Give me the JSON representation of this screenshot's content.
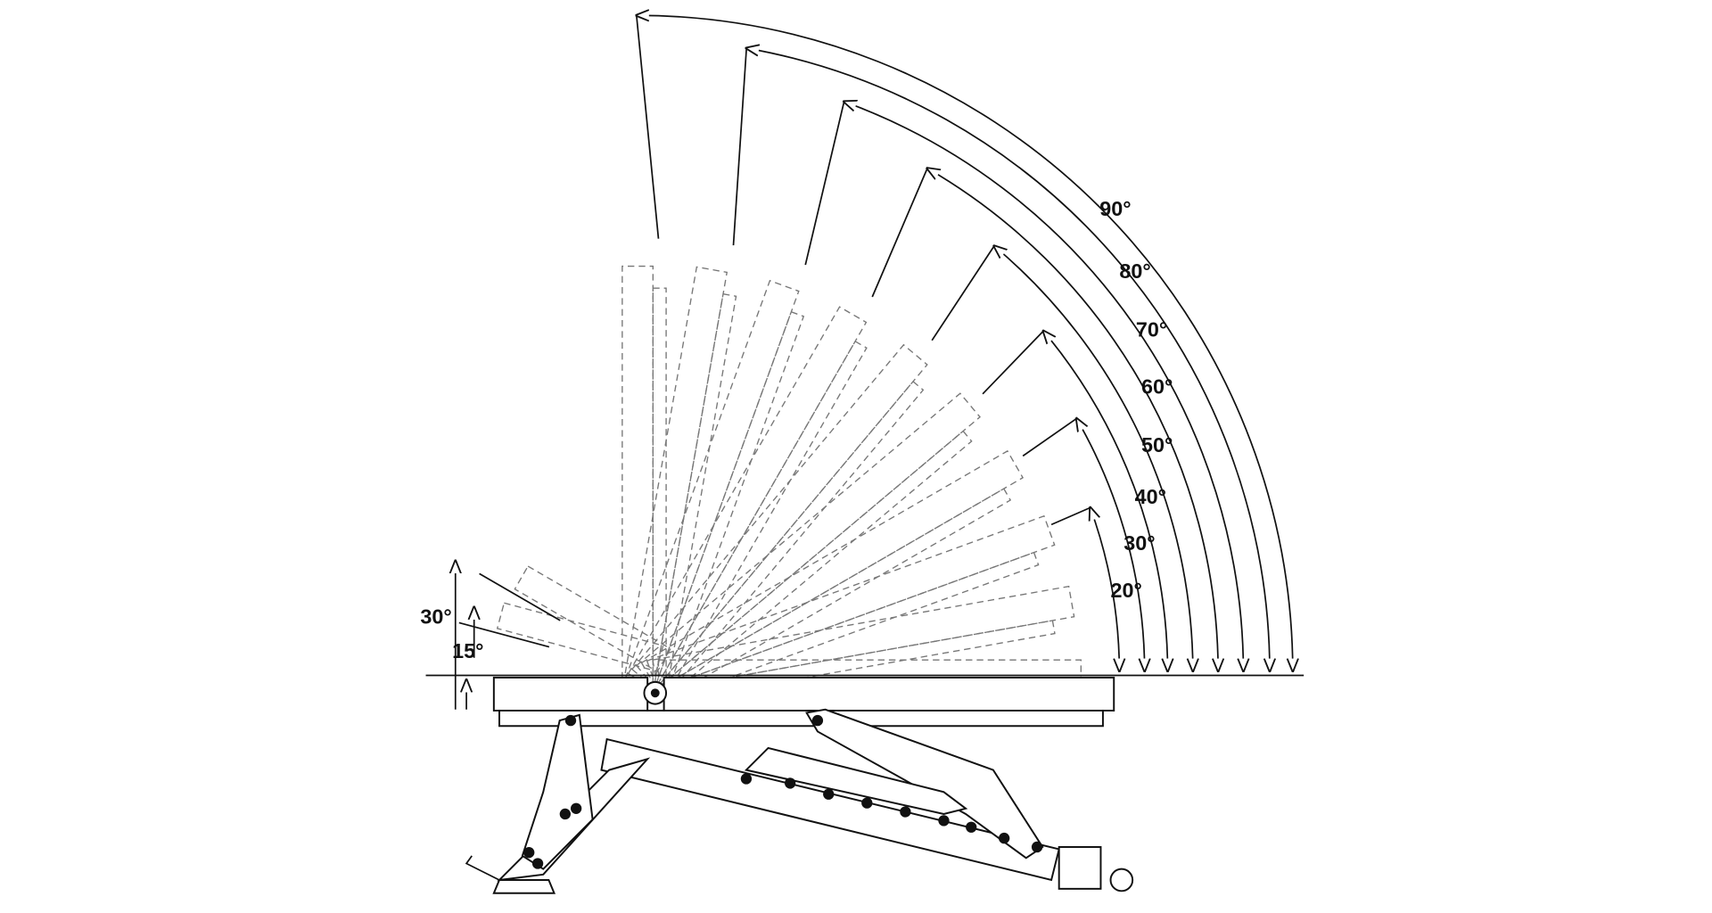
{
  "title": "Adjustable bench backrest and seat angle positions",
  "backrest_angles": [
    {
      "deg": 20,
      "label": "20°"
    },
    {
      "deg": 30,
      "label": "30°"
    },
    {
      "deg": 40,
      "label": "40°"
    },
    {
      "deg": 50,
      "label": "50°"
    },
    {
      "deg": 60,
      "label": "60°"
    },
    {
      "deg": 70,
      "label": "70°"
    },
    {
      "deg": 80,
      "label": "80°"
    },
    {
      "deg": 90,
      "label": "90°"
    }
  ],
  "seat_angles": [
    {
      "deg": 15,
      "label": "15°"
    },
    {
      "deg": 30,
      "label": "30°"
    }
  ],
  "colors": {
    "line": "#111111",
    "dashed": "#777777",
    "background": "#ffffff"
  }
}
